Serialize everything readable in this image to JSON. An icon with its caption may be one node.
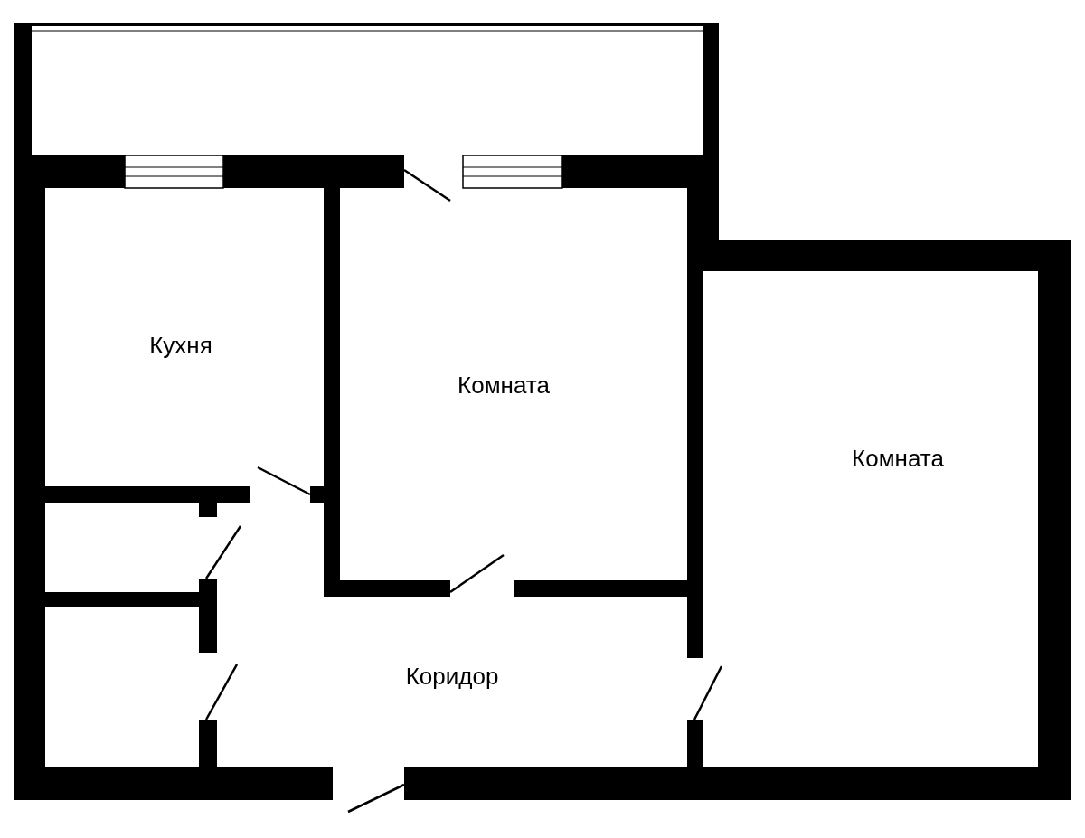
{
  "diagram": {
    "labels": [
      "Кухня",
      "Комната",
      "Комната",
      "Коридор"
    ]
  }
}
